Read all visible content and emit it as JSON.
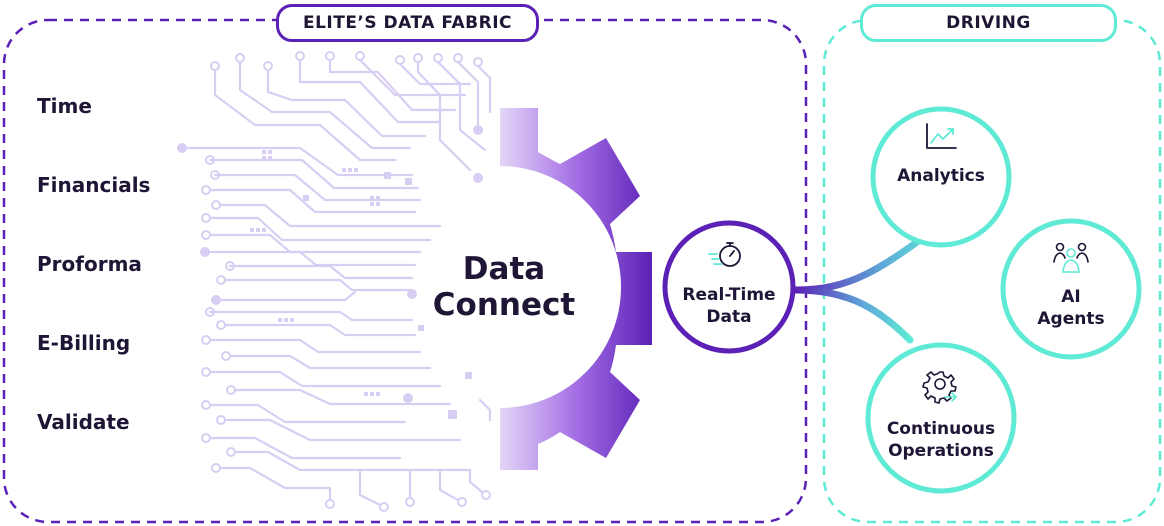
{
  "fabric": {
    "title": "ELITE’S DATA FABRIC",
    "sources": [
      "Time",
      "Financials",
      "Proforma",
      "E-Billing",
      "Validate"
    ]
  },
  "hub": {
    "line1": "Data",
    "line2": "Connect"
  },
  "realtime": {
    "line1": "Real-Time",
    "line2": "Data",
    "icon": "stopwatch-icon"
  },
  "driving": {
    "title": "DRIVING",
    "items": [
      {
        "line1": "Analytics",
        "line2": "",
        "icon": "line-chart-icon"
      },
      {
        "line1": "AI",
        "line2": "Agents",
        "icon": "people-icon"
      },
      {
        "line1": "Continuous",
        "line2": "Operations",
        "icon": "gear-arrow-icon"
      }
    ]
  },
  "colors": {
    "purple": "#5b21b6",
    "purple_light": "#c4b5fd",
    "teal": "#5eead4",
    "circuit": "#d8cdf3",
    "text": "#1f1535"
  }
}
